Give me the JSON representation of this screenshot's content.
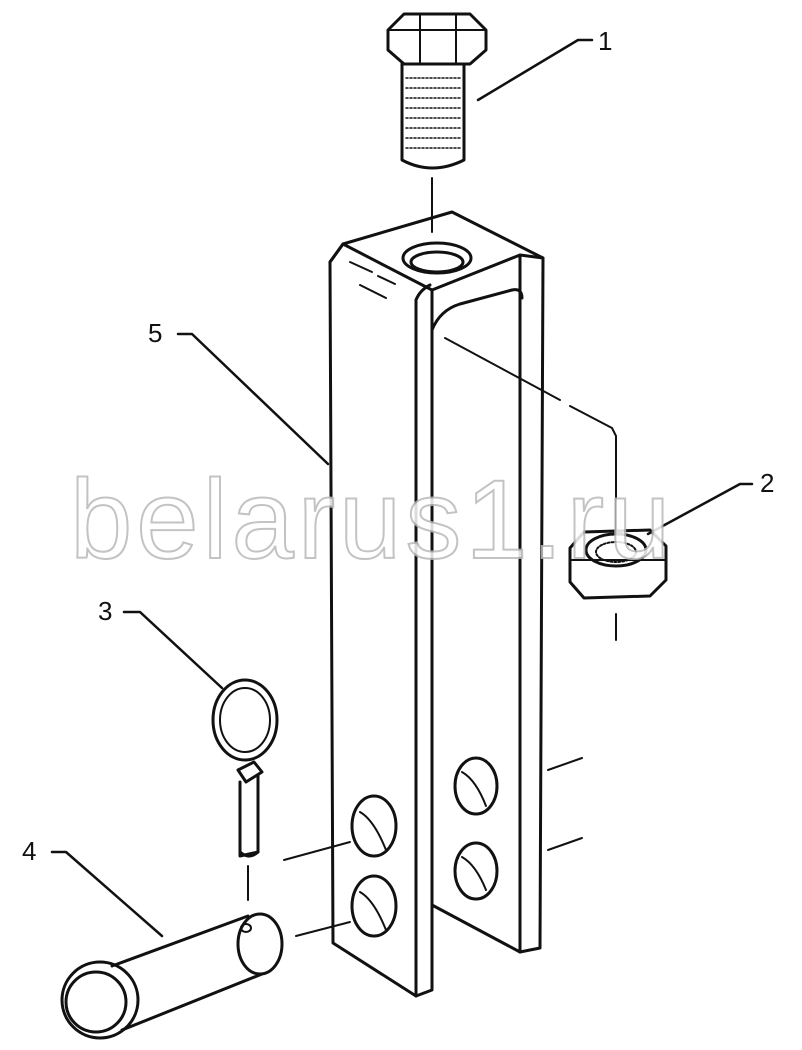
{
  "callouts": {
    "bolt": "1",
    "nut": "2",
    "ring_pin": "3",
    "clevis_pin": "4",
    "clevis": "5"
  },
  "watermark": "belarus1.ru",
  "colors": {
    "ink": "#111111",
    "background": "#ffffff",
    "watermark_outline": "#b9b9b9"
  }
}
